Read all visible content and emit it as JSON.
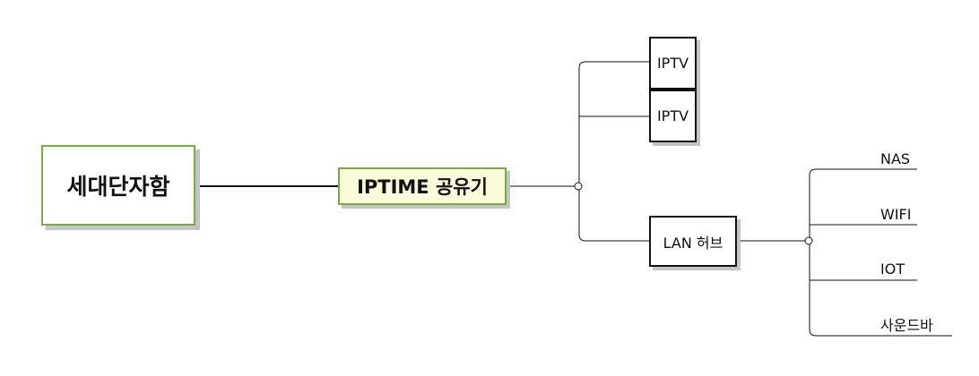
{
  "root": {
    "label": "세대단자함"
  },
  "router": {
    "label": "IPTIME 공유기"
  },
  "devices": [
    {
      "label": "IPTV"
    },
    {
      "label": "IPTV"
    },
    {
      "label": "LAN 허브"
    }
  ],
  "hub_children": [
    {
      "label": "NAS"
    },
    {
      "label": "WIFI"
    },
    {
      "label": "IOT"
    },
    {
      "label": "사운드바"
    }
  ],
  "colors": {
    "green_border": "#74ad46",
    "router_fill": "#fbfbd9",
    "shadow": "#c4c4c4",
    "line": "#111111"
  }
}
